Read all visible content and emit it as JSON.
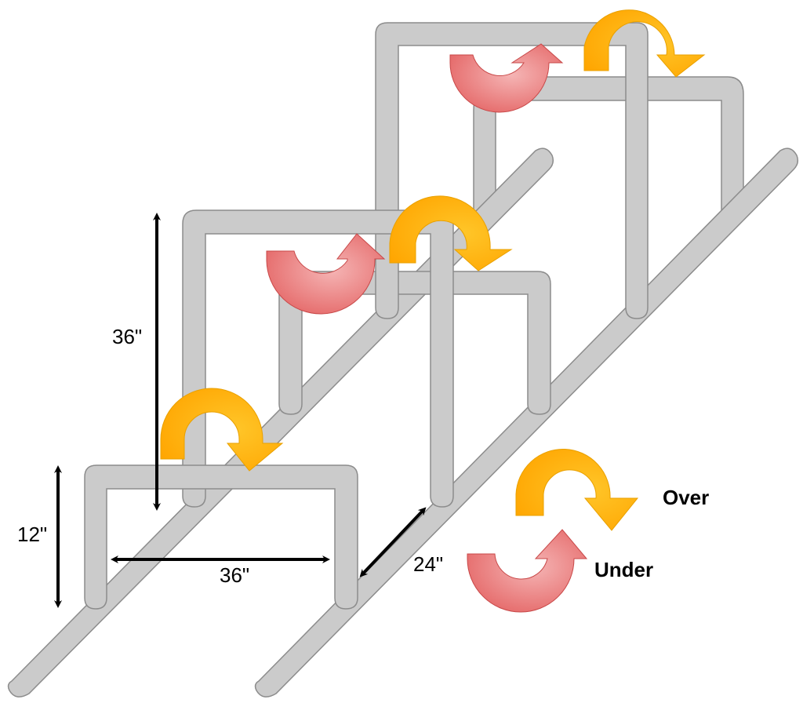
{
  "diagram": {
    "title": "Hurdle frame layout with over/under sequence",
    "colors": {
      "pipe": "#cbcbcb",
      "pipe_outline": "#8c8c8c",
      "over_arrow": "#ffb000",
      "under_arrow": "#e86a6a",
      "dimension": "#000000"
    },
    "dimensions": {
      "low_hurdle_height": "12\"",
      "high_hurdle_height": "36\"",
      "hurdle_width": "36\"",
      "rail_spacing": "24\""
    },
    "legend": {
      "over_label": "Over",
      "under_label": "Under"
    },
    "sequence": [
      "Over",
      "Under",
      "Over",
      "Under",
      "Over"
    ]
  }
}
